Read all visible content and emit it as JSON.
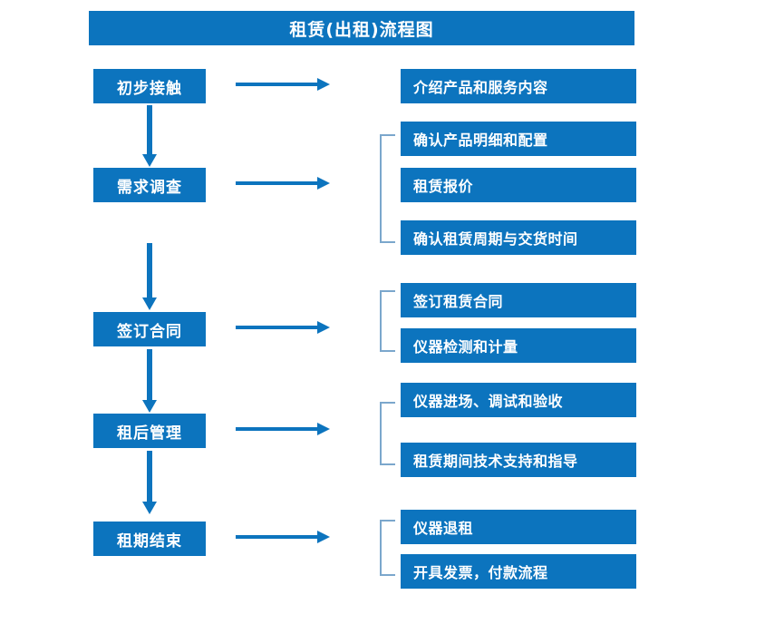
{
  "diagram": {
    "title": "租赁(出租)流程图",
    "colors": {
      "box_fill": "#0C74BE",
      "box_text": "#FFFFFF",
      "arrow": "#0C74BE",
      "bracket": "#7BA7CC",
      "background": "#FFFFFF"
    },
    "stages": [
      {
        "id": "stage-1",
        "label": "初步接触"
      },
      {
        "id": "stage-2",
        "label": "需求调查"
      },
      {
        "id": "stage-3",
        "label": "签订合同"
      },
      {
        "id": "stage-4",
        "label": "租后管理"
      },
      {
        "id": "stage-5",
        "label": "租期结束"
      }
    ],
    "details": [
      {
        "id": "detail-1-1",
        "stage": "初步接触",
        "label": "介绍产品和服务内容"
      },
      {
        "id": "detail-2-1",
        "stage": "需求调查",
        "label": "确认产品明细和配置"
      },
      {
        "id": "detail-2-2",
        "stage": "需求调查",
        "label": "租赁报价"
      },
      {
        "id": "detail-2-3",
        "stage": "需求调查",
        "label": "确认租赁周期与交货时间"
      },
      {
        "id": "detail-3-1",
        "stage": "签订合同",
        "label": "签订租赁合同"
      },
      {
        "id": "detail-3-2",
        "stage": "签订合同",
        "label": "仪器检测和计量"
      },
      {
        "id": "detail-4-1",
        "stage": "租后管理",
        "label": "仪器进场、调试和验收"
      },
      {
        "id": "detail-4-2",
        "stage": "租后管理",
        "label": "租赁期间技术支持和指导"
      },
      {
        "id": "detail-5-1",
        "stage": "租期结束",
        "label": "仪器退租"
      },
      {
        "id": "detail-5-2",
        "stage": "租期结束",
        "label": "开具发票，付款流程"
      }
    ],
    "connectors": {
      "vertical_arrow_count": 4,
      "horizontal_arrow_count": 5,
      "bracket_count": 4
    }
  }
}
